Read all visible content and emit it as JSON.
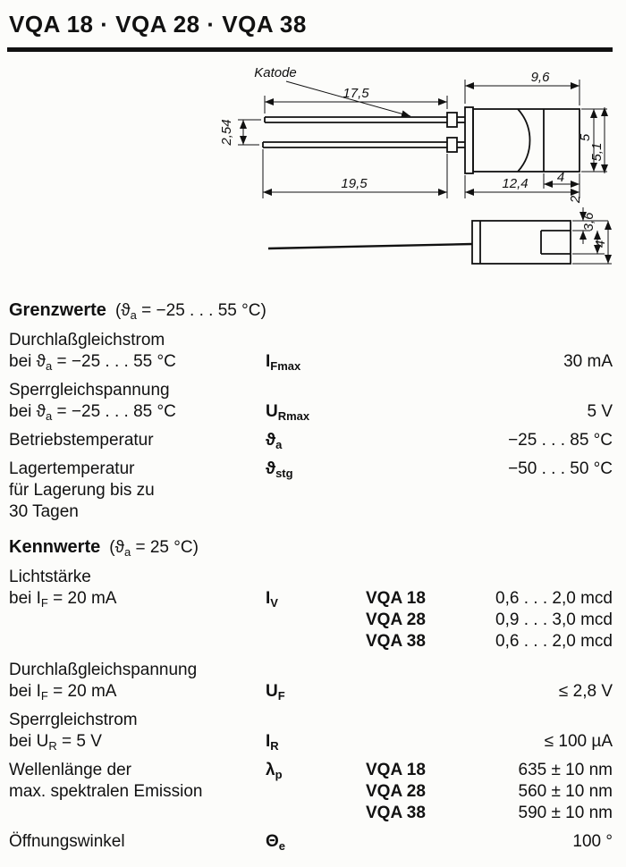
{
  "page_title": "VQA 18 · VQA 28 · VQA 38",
  "drawing": {
    "katode": "Katode",
    "dims": {
      "lead_top_length": "17,5",
      "body_width": "9,6",
      "lead_pitch": "2,54",
      "body_diameter": "5",
      "flange_diameter": "5,1",
      "tip_width": "4",
      "lead_bottom_length": "19,5",
      "body_length": "12,4",
      "front_rim": "2",
      "front_inner": "3,6",
      "front_outer": "4"
    }
  },
  "grenzwerte": {
    "heading": "Grenzwerte",
    "cond_pre": "(ϑ",
    "cond_sub": "a",
    "cond_post": " = −25 . . . 55 °C)",
    "rows": [
      {
        "l1": "Durchlaßgleichstrom",
        "l2_pre": "bei ϑ",
        "l2_sub": "a",
        "l2_post": " = −25 . . . 55 °C",
        "sym": "I",
        "sym_sub": "Fmax",
        "value": "30 mA"
      },
      {
        "l1": "Sperrgleichspannung",
        "l2_pre": "bei ϑ",
        "l2_sub": "a",
        "l2_post": " = −25 . . . 85 °C",
        "sym": "U",
        "sym_sub": "Rmax",
        "value": "5 V"
      },
      {
        "l1": "Betriebstemperatur",
        "sym": "ϑ",
        "sym_sub": "a",
        "value": "−25 . . . 85 °C"
      },
      {
        "l1": "Lagertemperatur",
        "l2": "für Lagerung bis zu",
        "l3": "30 Tagen",
        "sym": "ϑ",
        "sym_sub": "stg",
        "value": "−50 . . . 50 °C"
      }
    ]
  },
  "kennwerte": {
    "heading": "Kennwerte",
    "cond_pre": "(ϑ",
    "cond_sub": "a",
    "cond_post": " = 25 °C)",
    "rows": [
      {
        "l1": "Lichtstärke",
        "l2_pre": "bei I",
        "l2_sub": "F",
        "l2_post": " = 20 mA",
        "sym": "I",
        "sym_sub": "V",
        "variants": [
          {
            "name": "VQA 18",
            "value": "0,6 . . . 2,0 mcd"
          },
          {
            "name": "VQA 28",
            "value": "0,9 . . . 3,0 mcd"
          },
          {
            "name": "VQA 38",
            "value": "0,6 . . . 2,0 mcd"
          }
        ]
      },
      {
        "l1": "Durchlaßgleichspannung",
        "l2_pre": "bei I",
        "l2_sub": "F",
        "l2_post": " = 20 mA",
        "sym": "U",
        "sym_sub": "F",
        "value": "≤ 2,8 V"
      },
      {
        "l1": "Sperrgleichstrom",
        "l2_pre": "bei U",
        "l2_sub": "R",
        "l2_post": " = 5 V",
        "sym": "I",
        "sym_sub": "R",
        "value": "≤ 100 µA"
      },
      {
        "l1": "Wellenlänge der",
        "l2": "max. spektralen Emission",
        "sym": "λ",
        "sym_sub": "p",
        "variants": [
          {
            "name": "VQA 18",
            "value": "635 ± 10 nm"
          },
          {
            "name": "VQA 28",
            "value": "560 ± 10 nm"
          },
          {
            "name": "VQA 38",
            "value": "590 ± 10 nm"
          }
        ]
      },
      {
        "l1": "Öffnungswinkel",
        "sym": "Θ",
        "sym_sub": "e",
        "value": "100 °"
      }
    ]
  }
}
